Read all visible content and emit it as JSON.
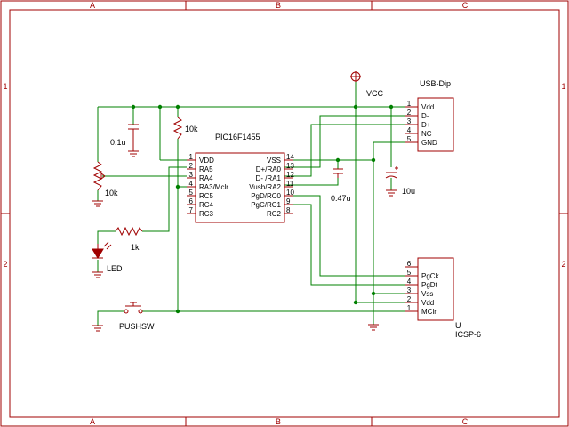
{
  "frame": {
    "col_labels": [
      "A",
      "B",
      "C"
    ],
    "row_labels": [
      "1",
      "2"
    ]
  },
  "labels": {
    "vcc": "VCC",
    "usb_title": "USB-Dip",
    "ic_title": "PIC16F1455",
    "cap1": "0.1u",
    "cap2": "0.47u",
    "cap3": "10u",
    "res_pullup": "10k",
    "pot": "10k",
    "res_led": "1k",
    "led": "LED",
    "switch": "PUSHSW",
    "icsp_u": "U",
    "icsp_title": "ICSP-6"
  },
  "ic": {
    "left_pins": [
      {
        "num": "1",
        "name": "VDD"
      },
      {
        "num": "2",
        "name": "RA5"
      },
      {
        "num": "3",
        "name": "RA4"
      },
      {
        "num": "4",
        "name": "RA3/Mclr"
      },
      {
        "num": "5",
        "name": "RC5"
      },
      {
        "num": "6",
        "name": "RC4"
      },
      {
        "num": "7",
        "name": "RC3"
      }
    ],
    "right_pins": [
      {
        "num": "14",
        "name": "VSS"
      },
      {
        "num": "13",
        "name": "D+/RA0"
      },
      {
        "num": "12",
        "name": "D- /RA1"
      },
      {
        "num": "11",
        "name": "Vusb/RA2"
      },
      {
        "num": "10",
        "name": "PgD/RC0"
      },
      {
        "num": "9",
        "name": "PgC/RC1"
      },
      {
        "num": "8",
        "name": "RC2"
      }
    ]
  },
  "usb": {
    "pins": [
      {
        "num": "1",
        "name": "Vdd"
      },
      {
        "num": "2",
        "name": "D-"
      },
      {
        "num": "3",
        "name": "D+"
      },
      {
        "num": "4",
        "name": "NC"
      },
      {
        "num": "5",
        "name": "GND"
      }
    ]
  },
  "icsp": {
    "pins": [
      {
        "num": "6",
        "name": ""
      },
      {
        "num": "5",
        "name": "PgCk"
      },
      {
        "num": "4",
        "name": "PgDt"
      },
      {
        "num": "3",
        "name": "Vss"
      },
      {
        "num": "2",
        "name": "Vdd"
      },
      {
        "num": "1",
        "name": "MClr"
      }
    ]
  }
}
